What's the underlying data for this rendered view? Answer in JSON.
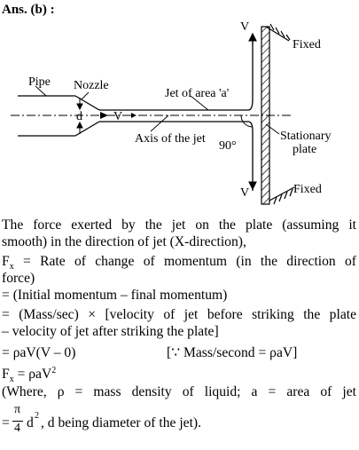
{
  "figure": {
    "answer_label": "Ans. (b) :",
    "pipe_label": "Pipe",
    "nozzle_label": "Nozzle",
    "jet_label": "Jet of area 'a'",
    "diameter_label": "d",
    "velocity_label": "V",
    "axis_label": "Axis of the jet",
    "angle_label": "90°",
    "top_velocity_label": "V",
    "bottom_velocity_label": "V",
    "fixed_top_label": "Fixed",
    "fixed_bottom_label": "Fixed",
    "plate_label_1": "Stationary",
    "plate_label_2": "plate"
  },
  "text": {
    "l1": "The force exerted by the jet on the plate (assuming it",
    "l2": "smooth) in the direction of jet (X-direction),",
    "l3_sym": "F",
    "l3_sub": "x",
    "l3_rest": " = Rate of change of momentum (in the direction of",
    "l4": "force)",
    "l5": "= (Initial momentum – final momentum)",
    "l6": "= (Mass/sec) × [velocity of jet before striking the plate",
    "l7": "– velocity of jet after striking the plate]",
    "l8_left": "= ρaV(V – 0)",
    "l8_right": "[∵ Mass/second = ρaV]",
    "l9_sym": "F",
    "l9_sub": "x",
    "l9_mid": " = ρaV",
    "l9_sup": "2",
    "l10": "(Where, ρ = mass density of liquid; a = area of jet",
    "l11_eq": "=",
    "frac_num": "π",
    "frac_den": "4",
    "l11_d": "d",
    "l11_sup": "2",
    "l11_rest": ", d being diameter of the jet)."
  }
}
